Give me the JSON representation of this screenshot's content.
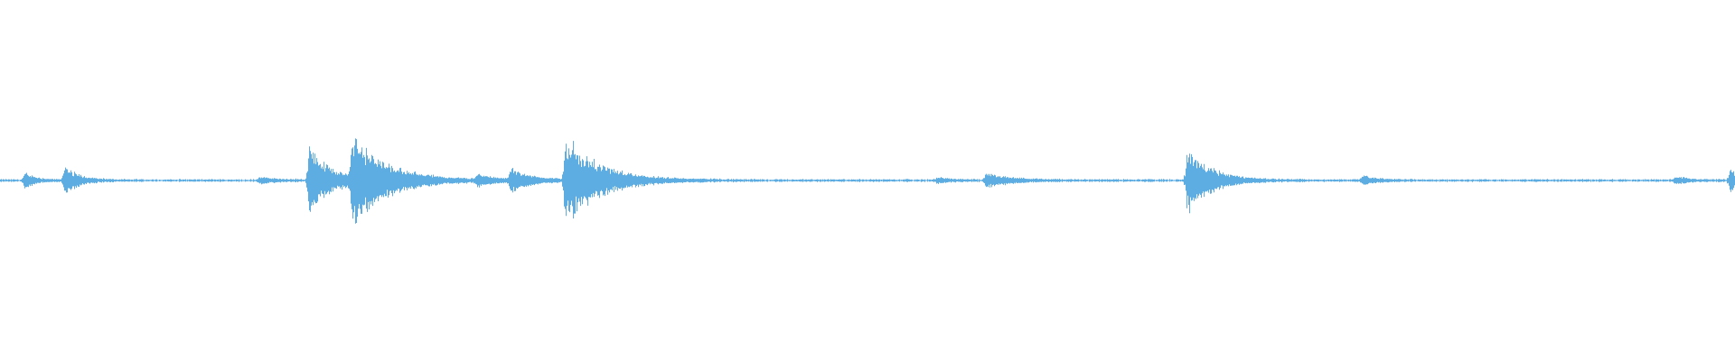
{
  "waveform": {
    "color": "#5dade2",
    "background": "#ffffff",
    "duration_fraction_bursts": [
      {
        "center": 0.014,
        "amplitude": 0.05,
        "decay": 0.006
      },
      {
        "center": 0.037,
        "amplitude": 0.09,
        "decay": 0.008
      },
      {
        "center": 0.149,
        "amplitude": 0.02,
        "decay": 0.01
      },
      {
        "center": 0.178,
        "amplitude": 0.23,
        "decay": 0.012
      },
      {
        "center": 0.2025,
        "amplitude": 0.27,
        "decay": 0.02
      },
      {
        "center": 0.275,
        "amplitude": 0.04,
        "decay": 0.008
      },
      {
        "center": 0.294,
        "amplitude": 0.07,
        "decay": 0.012
      },
      {
        "center": 0.3255,
        "amplitude": 0.27,
        "decay": 0.02
      },
      {
        "center": 0.54,
        "amplitude": 0.015,
        "decay": 0.01
      },
      {
        "center": 0.568,
        "amplitude": 0.04,
        "decay": 0.015
      },
      {
        "center": 0.684,
        "amplitude": 0.2,
        "decay": 0.014
      },
      {
        "center": 0.785,
        "amplitude": 0.03,
        "decay": 0.008
      },
      {
        "center": 0.965,
        "amplitude": 0.025,
        "decay": 0.008
      },
      {
        "center": 0.997,
        "amplitude": 0.08,
        "decay": 0.005
      }
    ],
    "baseline_amplitude": 0.006
  }
}
